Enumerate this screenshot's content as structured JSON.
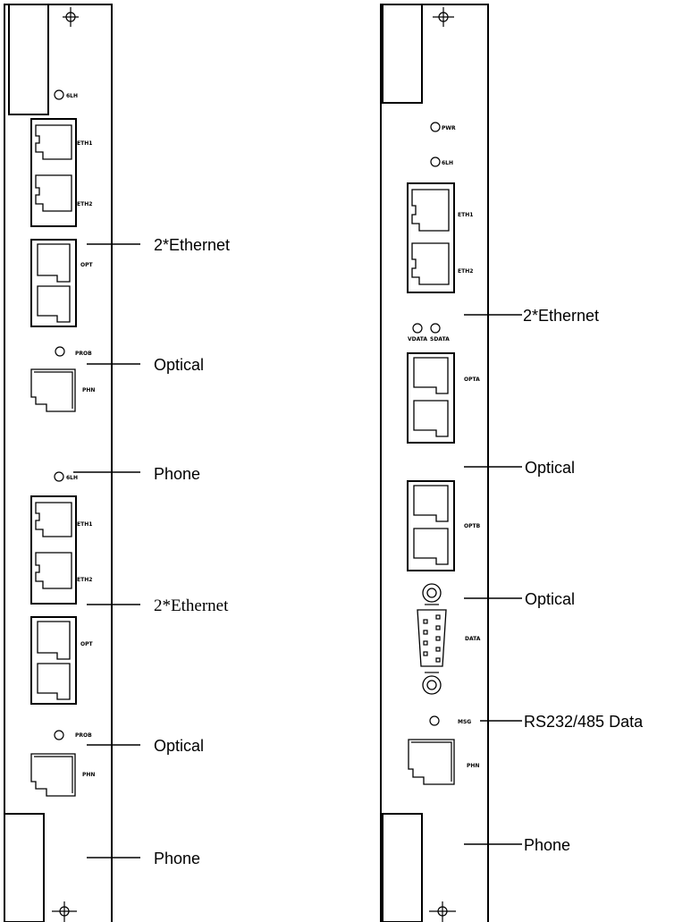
{
  "left_board": {
    "led_labels": [
      "6LH",
      "PROB",
      "6LH",
      "PROB"
    ],
    "port_labels": [
      "ETH1",
      "ETH2",
      "OPT",
      "PHN",
      "ETH1",
      "ETH2",
      "OPT",
      "PHN"
    ],
    "callouts": [
      "2*Ethernet",
      "Optical",
      "Phone",
      "2*Ethernet",
      "Optical",
      "Phone"
    ]
  },
  "right_board": {
    "led_labels": [
      "PWR",
      "6LH",
      "VDATA",
      "SDATA",
      "MSG"
    ],
    "port_labels": [
      "ETH1",
      "ETH2",
      "OPTA",
      "OPTB",
      "DATA",
      "PHN"
    ],
    "callouts": [
      "2*Ethernet",
      "Optical",
      "Optical",
      "RS232/485 Data",
      "Phone"
    ]
  }
}
